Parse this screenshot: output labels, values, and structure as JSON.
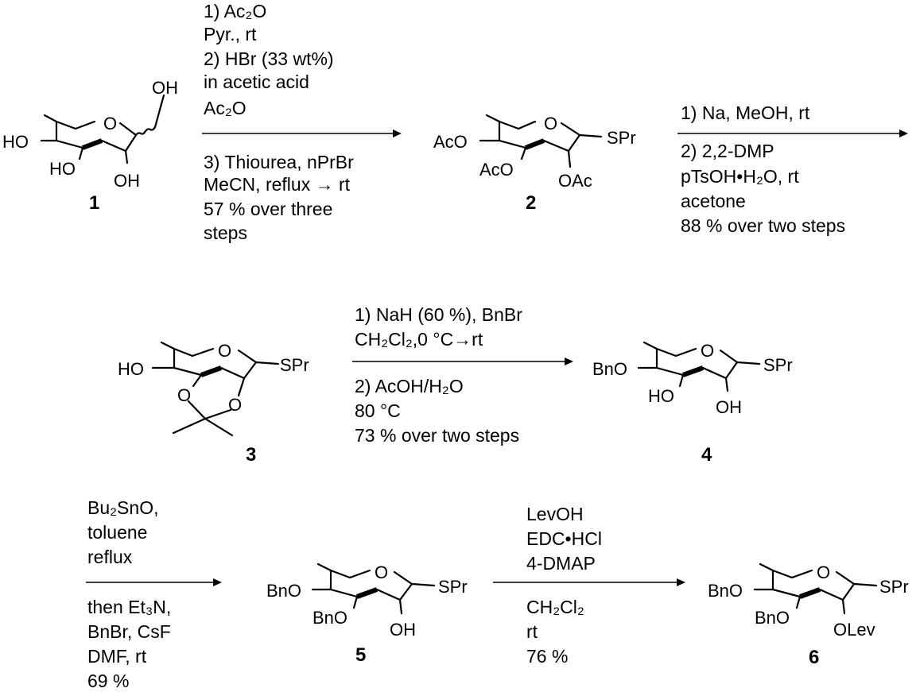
{
  "compounds": [
    {
      "id": "c1",
      "number": "1",
      "labels": [
        "OH",
        "HO",
        "HO",
        "OH",
        "O"
      ]
    },
    {
      "id": "c2",
      "number": "2",
      "labels": [
        "AcO",
        "AcO",
        "OAc",
        "SPr",
        "O"
      ]
    },
    {
      "id": "c3",
      "number": "3",
      "labels": [
        "HO",
        "O",
        "O",
        "SPr",
        "O"
      ]
    },
    {
      "id": "c4",
      "number": "4",
      "labels": [
        "BnO",
        "HO",
        "OH",
        "SPr",
        "O"
      ]
    },
    {
      "id": "c5",
      "number": "5",
      "labels": [
        "BnO",
        "BnO",
        "OH",
        "SPr",
        "O"
      ]
    },
    {
      "id": "c6",
      "number": "6",
      "labels": [
        "BnO",
        "BnO",
        "OLev",
        "SPr",
        "O"
      ]
    }
  ],
  "steps": [
    {
      "id": "s1",
      "above": [
        "1) Ac₂O",
        "Pyr., rt",
        "2) HBr (33 wt%)",
        "in acetic acid",
        "Ac₂O"
      ],
      "below": [
        "3) Thiourea, nPrBr",
        "MeCN, reflux → rt",
        "57 % over three",
        "steps"
      ]
    },
    {
      "id": "s2",
      "above": [
        "1) Na, MeOH, rt"
      ],
      "below": [
        "2) 2,2-DMP",
        "pTsOH•H₂O, rt",
        "acetone",
        "88 % over two steps"
      ]
    },
    {
      "id": "s3",
      "above": [
        "1) NaH (60 %), BnBr",
        "CH₂Cl₂,0 °C→rt"
      ],
      "below": [
        "2) AcOH/H₂O",
        "80 °C",
        "73 % over two steps"
      ]
    },
    {
      "id": "s4",
      "above": [
        "Bu₂SnO,",
        "toluene",
        "reflux"
      ],
      "below": [
        "then Et₃N,",
        "BnBr, CsF",
        "DMF, rt",
        "69 %"
      ]
    },
    {
      "id": "s5",
      "above": [
        "LevOH",
        "EDC•HCl",
        "4-DMAP"
      ],
      "below": [
        "CH₂Cl₂",
        "rt",
        "76 %"
      ]
    }
  ]
}
